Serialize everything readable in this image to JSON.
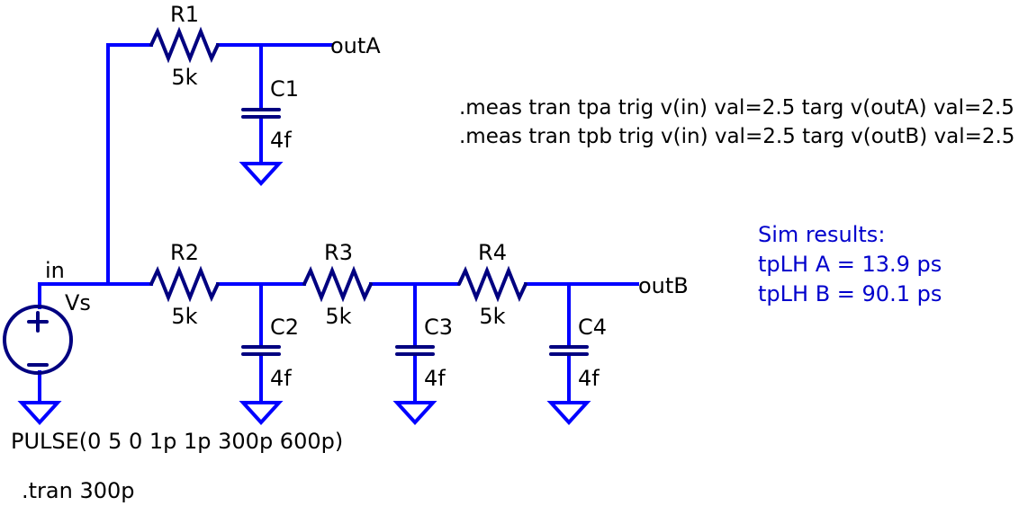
{
  "components": {
    "R1": {
      "name": "R1",
      "value": "5k"
    },
    "R2": {
      "name": "R2",
      "value": "5k"
    },
    "R3": {
      "name": "R3",
      "value": "5k"
    },
    "R4": {
      "name": "R4",
      "value": "5k"
    },
    "C1": {
      "name": "C1",
      "value": "4f"
    },
    "C2": {
      "name": "C2",
      "value": "4f"
    },
    "C3": {
      "name": "C3",
      "value": "4f"
    },
    "C4": {
      "name": "C4",
      "value": "4f"
    },
    "Vs": {
      "name": "Vs",
      "value": "PULSE(0 5 0 1p 1p 300p 600p)"
    }
  },
  "nets": {
    "in": "in",
    "outA": "outA",
    "outB": "outB"
  },
  "directives": {
    "meas_a": ".meas tran tpa trig v(in) val=2.5 targ v(outA) val=2.5",
    "meas_b": ".meas tran tpb trig v(in) val=2.5 targ v(outB) val=2.5",
    "tran": ".tran 300p"
  },
  "results": {
    "heading": "Sim results:",
    "line_a": "tpLH A = 13.9 ps",
    "line_b": "tpLH B = 90.1 ps"
  },
  "colors": {
    "wire": "#0000ff",
    "component": "#000080",
    "result_text": "#0000cc"
  }
}
